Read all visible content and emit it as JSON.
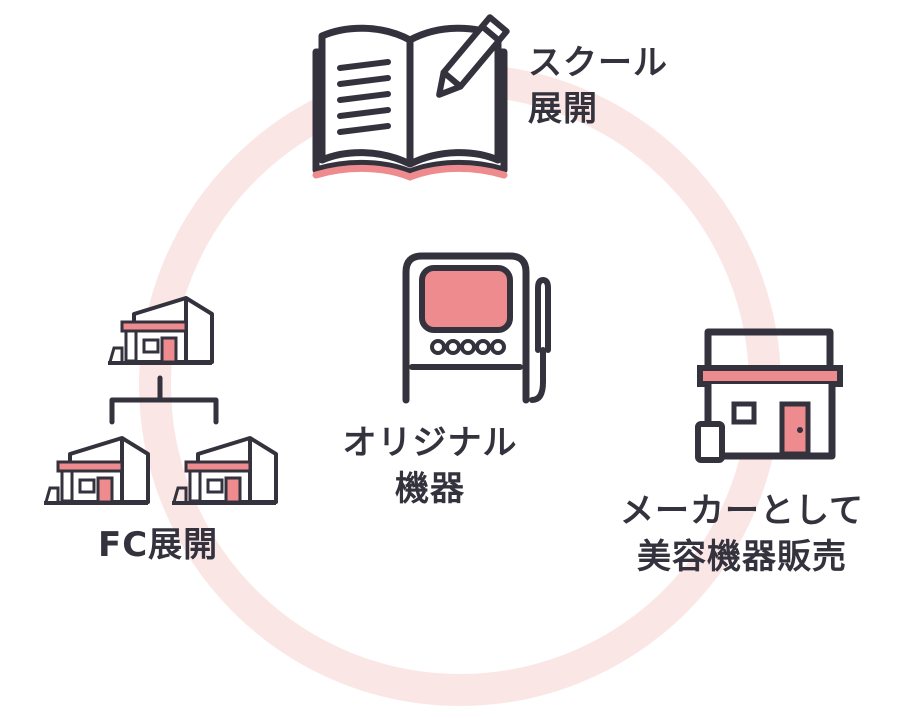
{
  "colors": {
    "ring": "#fbe6e6",
    "accent": "#ed8b8e",
    "stroke": "#34323d"
  },
  "nodes": {
    "school": {
      "icon": "open-notebook-pencil-icon",
      "line1": "スクール",
      "line2": "展開"
    },
    "original": {
      "icon": "handheld-device-icon",
      "line1": "オリジナル",
      "line2": "機器"
    },
    "fc": {
      "icon": "franchise-stores-tree-icon",
      "label": "FC展開"
    },
    "maker": {
      "icon": "storefront-icon",
      "line1": "メーカーとして",
      "line2": "美容機器販売"
    }
  }
}
